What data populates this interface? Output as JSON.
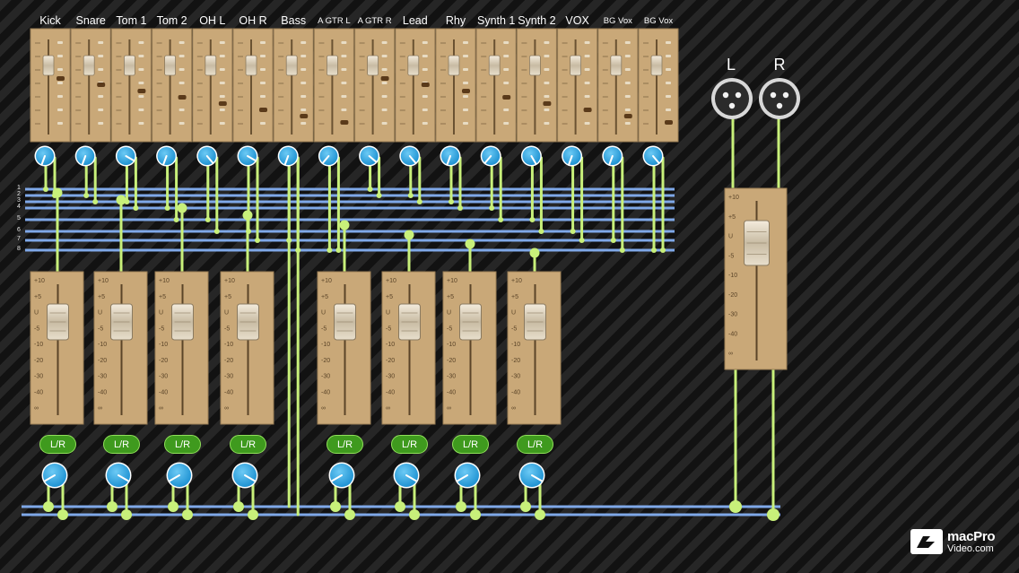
{
  "channels": [
    {
      "name": "Kick",
      "small": false
    },
    {
      "name": "Snare",
      "small": false
    },
    {
      "name": "Tom 1",
      "small": false
    },
    {
      "name": "Tom 2",
      "small": false
    },
    {
      "name": "OH L",
      "small": false
    },
    {
      "name": "OH R",
      "small": false
    },
    {
      "name": "Bass",
      "small": false
    },
    {
      "name": "A GTR L",
      "small": true
    },
    {
      "name": "A GTR R",
      "small": true
    },
    {
      "name": "Lead",
      "small": false
    },
    {
      "name": "Rhy",
      "small": false
    },
    {
      "name": "Synth 1",
      "small": false
    },
    {
      "name": "Synth 2",
      "small": false
    },
    {
      "name": "VOX",
      "small": false
    },
    {
      "name": "BG Vox",
      "small": true
    },
    {
      "name": "BG Vox",
      "small": true
    }
  ],
  "bus_numbers": [
    "1",
    "2",
    "3",
    "4",
    "5",
    "6",
    "7",
    "8"
  ],
  "group_fader_scale": [
    "+10",
    "+5",
    "U",
    "-5",
    "-10",
    "-20",
    "-30",
    "-40",
    "∞"
  ],
  "group_count": 8,
  "lr_label": "L/R",
  "master": {
    "left_label": "L",
    "right_label": "R"
  },
  "colors": {
    "fader_panel": "#c9a878",
    "knob": "#2aa6e6",
    "wire": "#c8f07a",
    "bus": "#7fa8e8",
    "lr_button": "#3f9a1e"
  },
  "logo": {
    "line1": "macPro",
    "line2": "Video.com"
  },
  "icons": [
    "xlr-connector-icon",
    "pan-knob-icon",
    "macprovideo-logo-icon"
  ]
}
